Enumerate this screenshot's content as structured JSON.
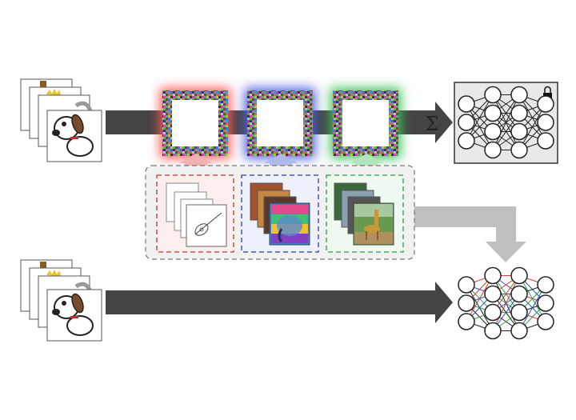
{
  "diagram": {
    "sum_symbol": "Σ",
    "lock_icon": "lock-icon",
    "top_input_stack": {
      "images": [
        "guitar-doodle",
        "crown-doodle",
        "cat-doodle",
        "dog-cartoon"
      ]
    },
    "bottom_input_stack": {
      "images": [
        "guitar-doodle",
        "crown-doodle",
        "cat-doodle",
        "dog-cartoon"
      ]
    },
    "reprogram_frames": [
      {
        "glow_color": "#ff5a5a",
        "task": "sketch"
      },
      {
        "glow_color": "#4f5fe0",
        "task": "painting"
      },
      {
        "glow_color": "#3cc25a",
        "task": "photo"
      }
    ],
    "task_boxes": [
      {
        "border_color": "#c0392b",
        "images": [
          "sketch",
          "sketch",
          "sketch",
          "guitar-sketch"
        ]
      },
      {
        "border_color": "#2c3e9e",
        "images": [
          "painting",
          "painting",
          "painting",
          "elephant-painting"
        ]
      },
      {
        "border_color": "#27a042",
        "images": [
          "photo",
          "photo",
          "photo",
          "giraffe-photo"
        ]
      }
    ],
    "colors": {
      "arrow_dark": "#444444",
      "arrow_gray": "#bfbfbf",
      "panel_bg": "#f1f1f1",
      "network_bg": "#e8e8e8",
      "edge_red": "#d04040",
      "edge_blue": "#3050c0",
      "edge_green": "#30a050"
    }
  }
}
